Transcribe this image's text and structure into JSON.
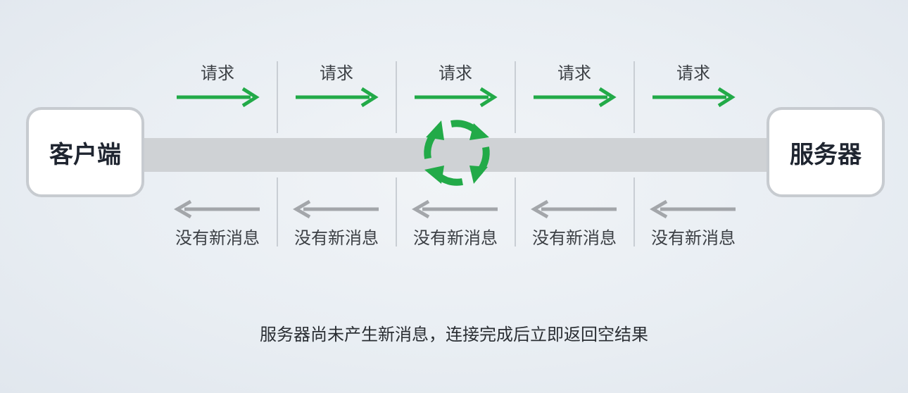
{
  "client_label": "客户端",
  "server_label": "服务器",
  "exchanges": [
    {
      "request": "请求",
      "response": "没有新消息"
    },
    {
      "request": "请求",
      "response": "没有新消息"
    },
    {
      "request": "请求",
      "response": "没有新消息"
    },
    {
      "request": "请求",
      "response": "没有新消息"
    },
    {
      "request": "请求",
      "response": "没有新消息"
    }
  ],
  "caption": "服务器尚未产生新消息，连接完成后立即返回空结果",
  "colors": {
    "request_arrow": "#22aa48",
    "response_arrow": "#a3a6aa",
    "cycle_icon": "#22aa48",
    "channel": "#cfd2d5"
  }
}
